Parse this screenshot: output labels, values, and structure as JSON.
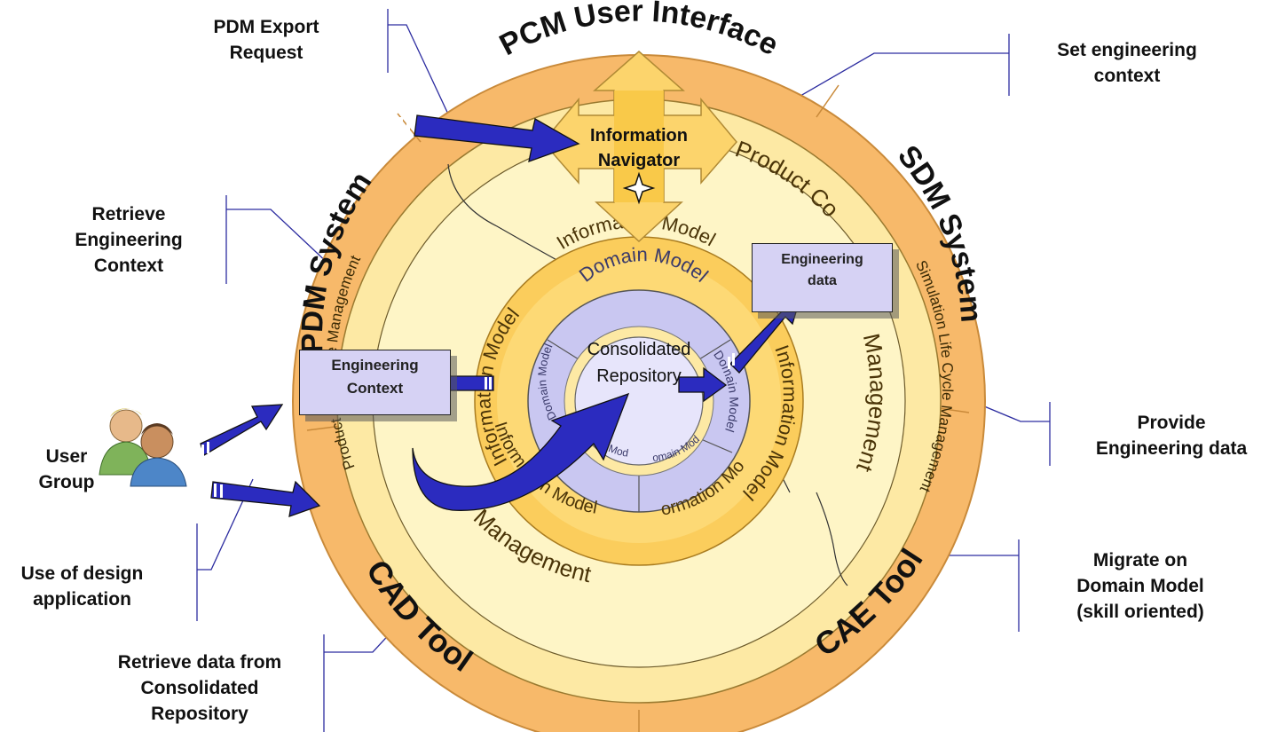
{
  "outer_ring": {
    "top": "PCM User Interface",
    "left": "PDM System",
    "right": "SDM System",
    "bottom_left": "CAD Tool",
    "bottom_right": "CAE Tool"
  },
  "management_ring": {
    "left": "Product Life Cycle Management",
    "right": "Simulation Life Cycle Management"
  },
  "product_ring": {
    "top_right": "Product Co",
    "right": "Management",
    "bottom": "Management"
  },
  "information_model_ring": {
    "top": "Information Model",
    "left": "Information Model",
    "right": "Information Model",
    "bottom_left": "Information Model",
    "bottom_right": "Information Model"
  },
  "domain_model_ring": {
    "top": "Domain Model",
    "left": "Domain Model",
    "right": "Domain Model",
    "bottom_left": "Domain Model",
    "bottom_right": "Domain Model"
  },
  "center": {
    "label": "Consolidated\nRepository"
  },
  "navigator": {
    "label": "Information\nNavigator"
  },
  "boxes": {
    "engineering_context": "Engineering\nContext",
    "engineering_data": "Engineering\ndata"
  },
  "user_group": {
    "label": "User\nGroup"
  },
  "callouts": {
    "pdm_export": "PDM Export\nRequest",
    "set_context": "Set engineering\ncontext",
    "retrieve_context": "Retrieve\nEngineering\nContext",
    "provide_data": "Provide\nEngineering data",
    "use_design": "Use of design\napplication",
    "migrate": "Migrate on\nDomain Model\n(skill oriented)",
    "retrieve_repo": "Retrieve data from\nConsolidated\nRepository"
  },
  "colors": {
    "outer_ring": "#f7b96a",
    "mgmt_ring": "#fde9a4",
    "product_ring": "#fef5c6",
    "info_ring": "#fbcd5c",
    "domain_ring": "#c9c7f1",
    "center": "#e7e5fb",
    "arrow": "#2b2bbf",
    "box": "#d6d2f4",
    "leader": "#2c2ca0"
  }
}
